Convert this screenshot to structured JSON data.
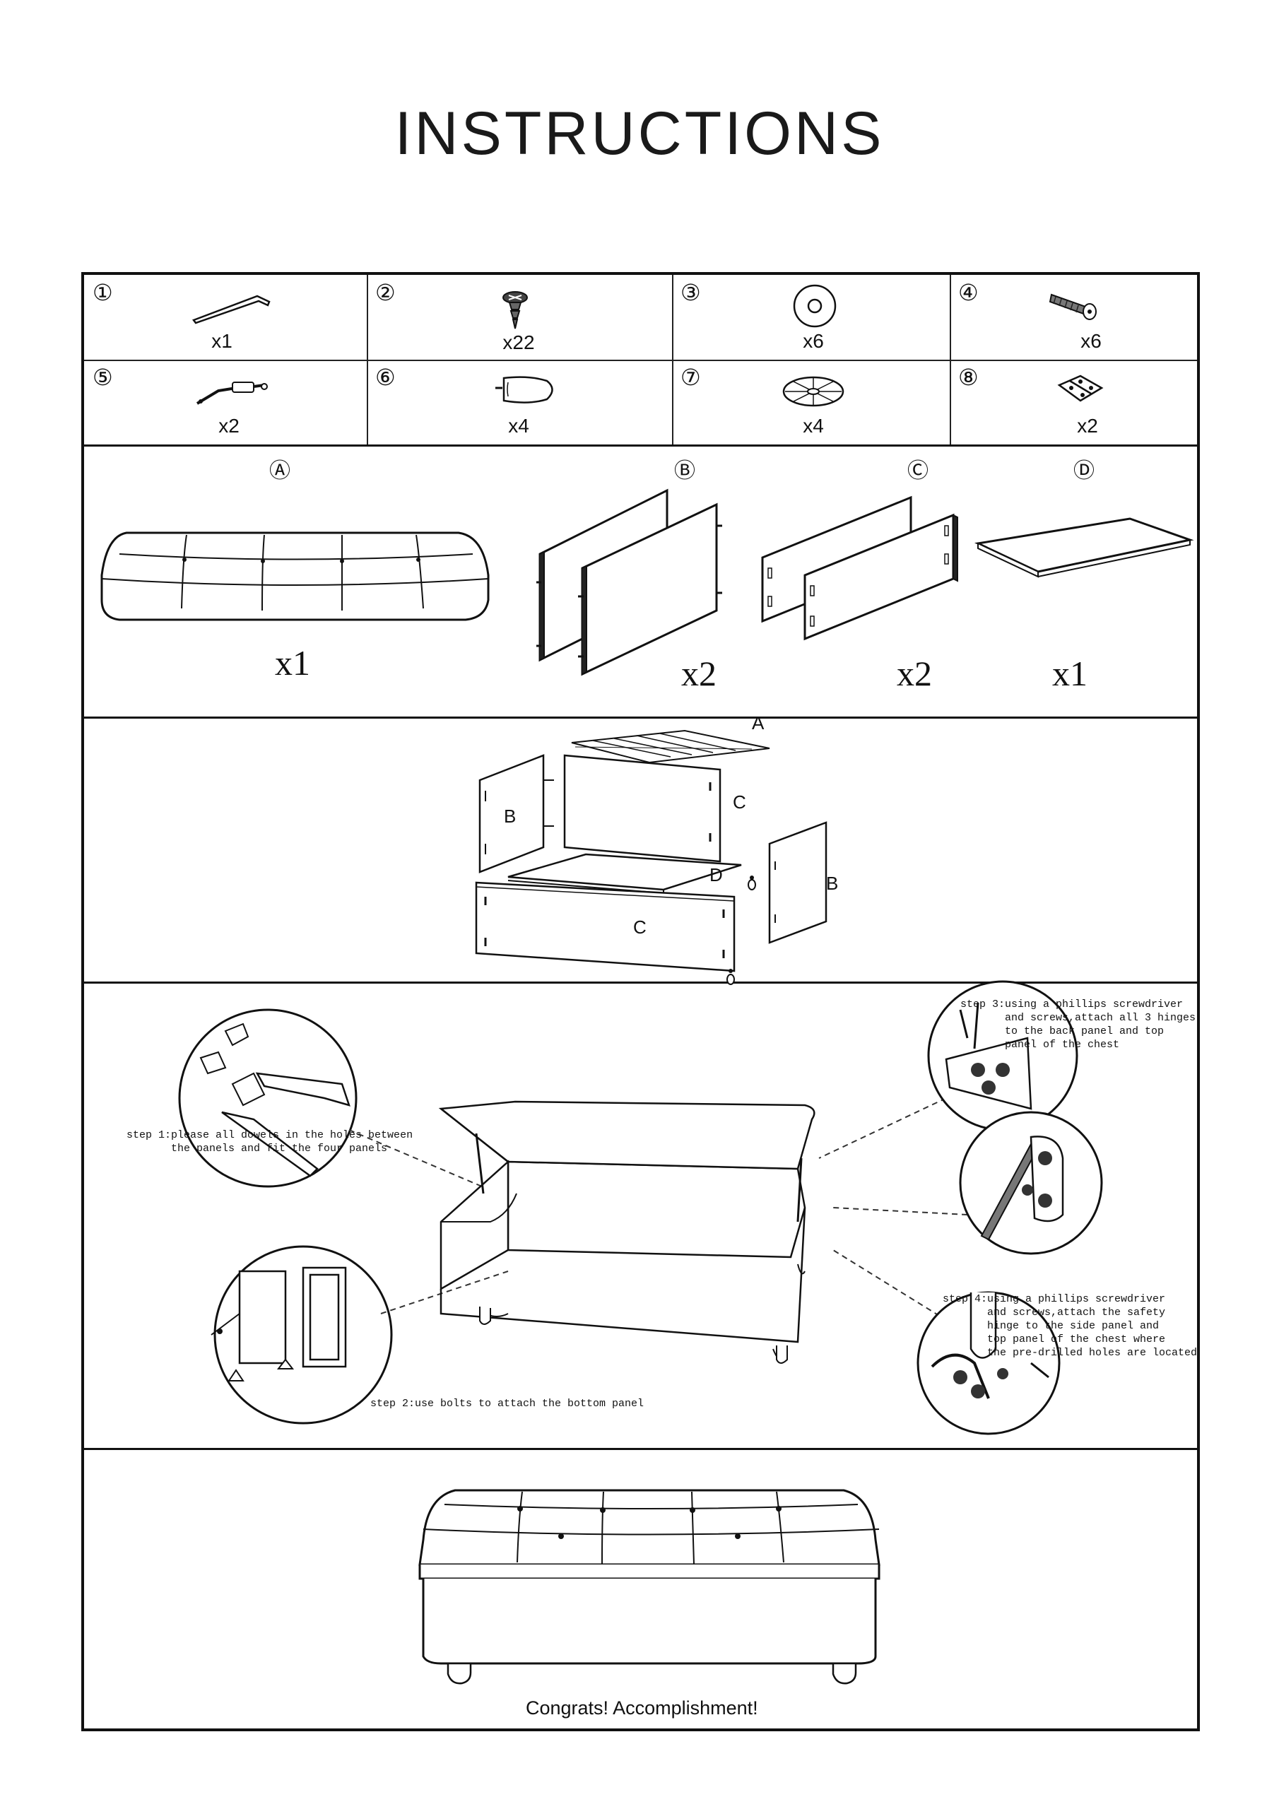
{
  "title": "INSTRUCTIONS",
  "hardware": [
    {
      "number": "①",
      "qty": "x1",
      "icon": "allen-key-icon"
    },
    {
      "number": "②",
      "qty": "x22",
      "icon": "screw-icon"
    },
    {
      "number": "③",
      "qty": "x6",
      "icon": "washer-icon"
    },
    {
      "number": "④",
      "qty": "x6",
      "icon": "bolt-icon"
    },
    {
      "number": "⑤",
      "qty": "x2",
      "icon": "safety-hinge-icon"
    },
    {
      "number": "⑥",
      "qty": "x4",
      "icon": "leg-icon"
    },
    {
      "number": "⑦",
      "qty": "x4",
      "icon": "leg-plate-icon"
    },
    {
      "number": "⑧",
      "qty": "x2",
      "icon": "hinge-icon"
    }
  ],
  "panels": [
    {
      "letter": "Ⓐ",
      "qty": "x1",
      "icon": "cushion-top-icon"
    },
    {
      "letter": "Ⓑ",
      "qty": "x2",
      "icon": "side-panel-icon"
    },
    {
      "letter": "Ⓒ",
      "qty": "x2",
      "icon": "long-panel-icon"
    },
    {
      "letter": "Ⓓ",
      "qty": "x1",
      "icon": "bottom-panel-icon"
    }
  ],
  "exploded": {
    "a": "A",
    "b_left": "B",
    "b_right": "B",
    "c_back": "C",
    "c_front": "C",
    "d": "D"
  },
  "steps": {
    "step1": "step 1:please all dowels in the holes between\n       the panels and fit the four panels",
    "step2": "step 2:use bolts to attach the bottom panel",
    "step3": "step 3:using a phillips screwdriver\n       and screws,attach all 3 hinges\n       to the back panel and top\n       panel of the chest",
    "step4": "step 4:using a phillips screwdriver\n       and screws,attach the safety\n       hinge to the side panel and\n       top panel of the chest where\n       the pre-drilled holes are located"
  },
  "congrats": "Congrats! Accomplishment!"
}
